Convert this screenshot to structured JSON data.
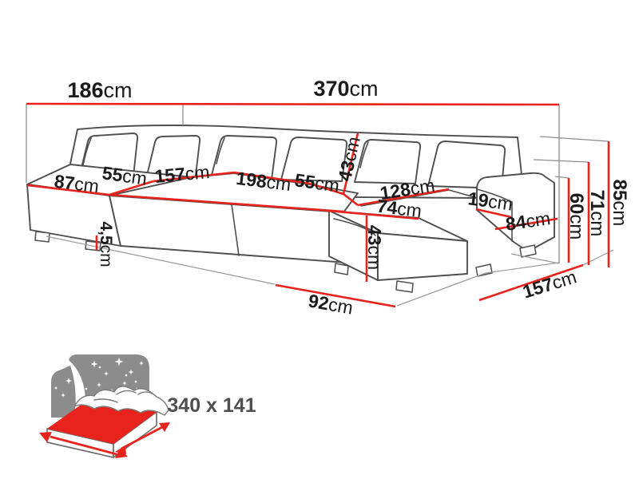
{
  "diagram": {
    "type": "corner-sofa-dimension-diagram",
    "unit": "cm",
    "dims": [
      {
        "id": "left-side-width",
        "num": "186",
        "unit": "cm"
      },
      {
        "id": "total-width",
        "num": "370",
        "unit": "cm"
      },
      {
        "id": "left-chaise-width",
        "num": "87",
        "unit": "cm"
      },
      {
        "id": "left-seat-depth",
        "num": "55",
        "unit": "cm"
      },
      {
        "id": "left-seat-length",
        "num": "157",
        "unit": "cm"
      },
      {
        "id": "back-seat-length",
        "num": "198",
        "unit": "cm"
      },
      {
        "id": "back-seat-depth",
        "num": "55",
        "unit": "cm"
      },
      {
        "id": "backrest-height",
        "num": "43",
        "unit": "cm"
      },
      {
        "id": "right-chaise-length",
        "num": "128",
        "unit": "cm"
      },
      {
        "id": "ottoman-width",
        "num": "74",
        "unit": "cm"
      },
      {
        "id": "armrest-width",
        "num": "19",
        "unit": "cm"
      },
      {
        "id": "arm-section-depth",
        "num": "84",
        "unit": "cm"
      },
      {
        "id": "ottoman-height",
        "num": "43",
        "unit": "cm"
      },
      {
        "id": "leg-height",
        "num": "4,5",
        "unit": "cm"
      },
      {
        "id": "ottoman-floor-length",
        "num": "92",
        "unit": "cm"
      },
      {
        "id": "right-side-depth",
        "num": "157",
        "unit": "cm"
      },
      {
        "id": "seat-height",
        "num": "60",
        "unit": "cm"
      },
      {
        "id": "armrest-height",
        "num": "71",
        "unit": "cm"
      },
      {
        "id": "total-height",
        "num": "85",
        "unit": "cm"
      }
    ],
    "sleep_area": {
      "label": "340 x 141"
    },
    "icons": {
      "sleep_function": "bed-with-starry-night-icon"
    },
    "colors": {
      "dimension_red": "#e8221c",
      "outline_gray": "#4f4f4f",
      "icon_gray": "#8c8c8c",
      "label_text": "#1b1b1b"
    }
  }
}
